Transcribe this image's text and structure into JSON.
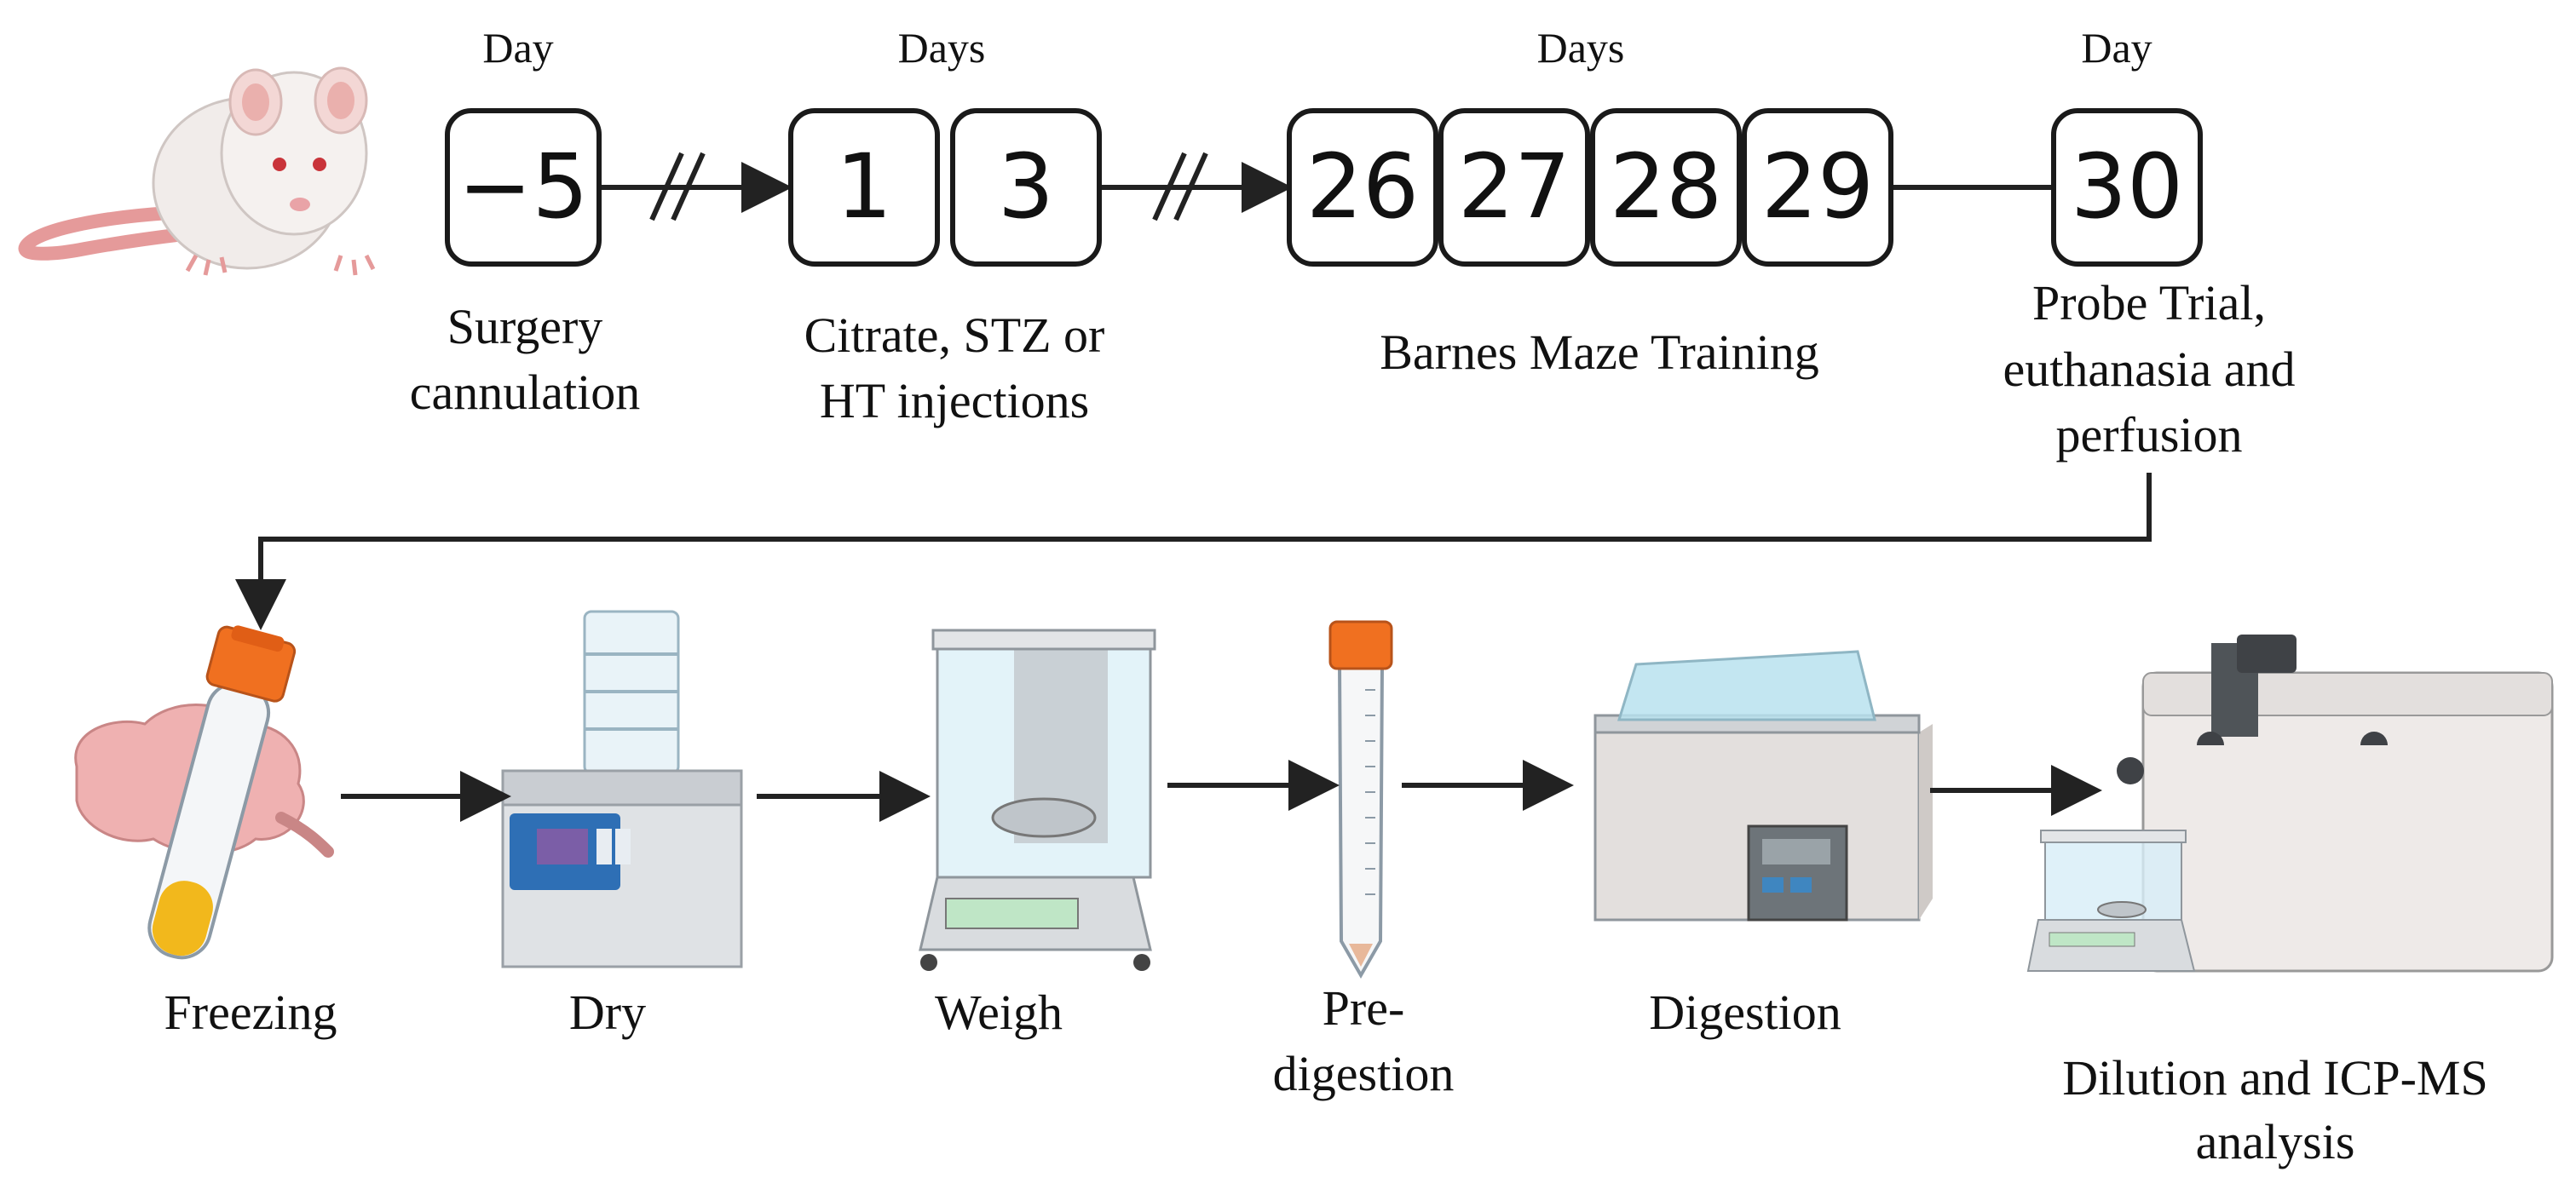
{
  "timeline": {
    "headers": {
      "day_first": "Day",
      "days_injection": "Days",
      "days_training": "Days",
      "day_last": "Day"
    },
    "days": [
      "−5",
      "1",
      "3",
      "26",
      "27",
      "28",
      "29",
      "30"
    ],
    "steps": {
      "surgery": [
        "Surgery",
        "cannulation"
      ],
      "injections": [
        "Citrate, STZ or",
        "HT injections"
      ],
      "training": [
        "Barnes Maze Training"
      ],
      "probe": [
        "Probe Trial,",
        "euthanasia and",
        "perfusion"
      ]
    }
  },
  "workflow": {
    "steps": {
      "freezing": [
        "Freezing"
      ],
      "dry": [
        "Dry"
      ],
      "weigh": [
        "Weigh"
      ],
      "predigestion": [
        "Pre-",
        "digestion"
      ],
      "digestion": [
        "Digestion"
      ],
      "analysis": [
        "Dilution and ICP-MS",
        "analysis"
      ]
    }
  },
  "icons": [
    "rat-icon",
    "brain-and-tube-icon",
    "freeze-dryer-icon",
    "analytical-balance-icon",
    "centrifuge-tube-icon",
    "water-bath-icon",
    "icp-ms-instrument-icon"
  ],
  "colors": {
    "line": "#222222",
    "tube_cap": "#f07020",
    "brain": "#e8a0a0",
    "sample_yellow": "#f2b81c",
    "dryer_panel": "#2e6fb5"
  }
}
